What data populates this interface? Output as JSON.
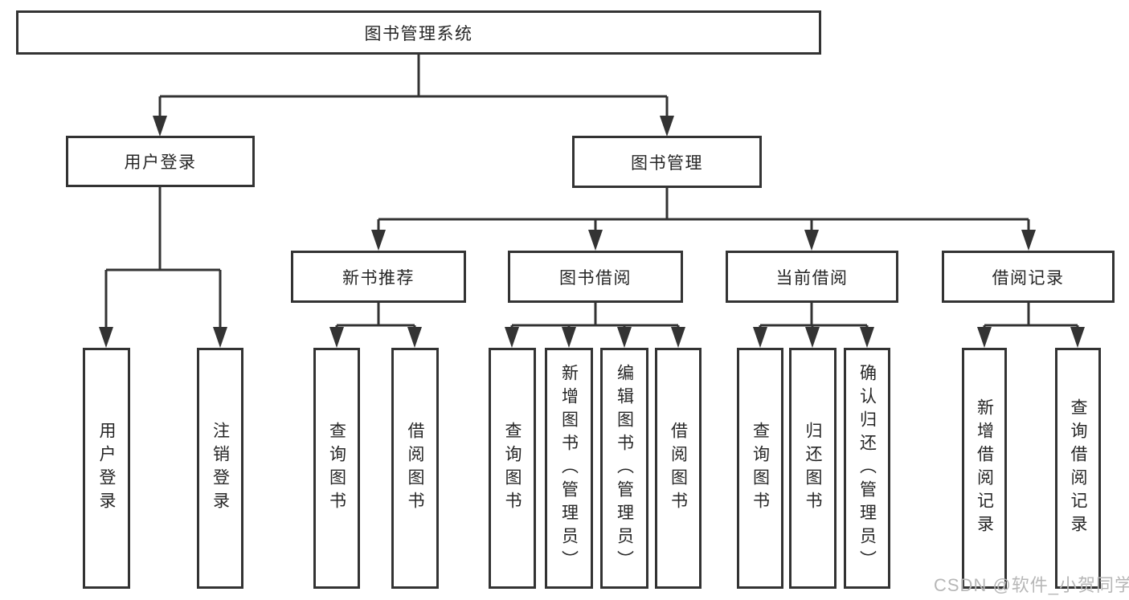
{
  "nodes": {
    "root": "图书管理系统",
    "level2": {
      "user_login": "用户登录",
      "book_mgmt": "图书管理"
    },
    "level3": {
      "new_book": "新书推荐",
      "borrow": "图书借阅",
      "current": "当前借阅",
      "records": "借阅记录"
    },
    "leaves": {
      "user_login": [
        "用户登录",
        "注销登录"
      ],
      "new_book": [
        "查询图书",
        "借阅图书"
      ],
      "borrow": [
        "查询图书",
        "新增图书（管理员）",
        "编辑图书（管理员）",
        "借阅图书"
      ],
      "current": [
        "查询图书",
        "归还图书",
        "确认归还（管理员）"
      ],
      "records": [
        "新增借阅记录",
        "查询借阅记录"
      ]
    }
  },
  "watermark": "CSDN @软件_小贺同学",
  "colors": {
    "line": "#333333",
    "text": "#262626",
    "watermark": "#b7b7b7",
    "background": "#ffffff"
  }
}
